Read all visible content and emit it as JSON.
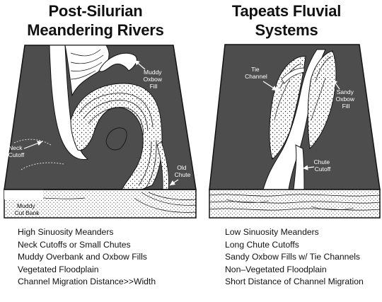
{
  "left_panel": {
    "title_line1": "Post-Silurian",
    "title_line2": "Meandering Rivers",
    "labels": {
      "muddy_oxbow_fill_1": "Muddy",
      "muddy_oxbow_fill_2": "Oxbow",
      "muddy_oxbow_fill_3": "Fill",
      "neck_cutoff_1": "Neck",
      "neck_cutoff_2": "Cutoff",
      "old_chute_1": "Old",
      "old_chute_2": "Chute",
      "muddy_cut_bank_1": "Muddy",
      "muddy_cut_bank_2": "Cut Bank"
    },
    "features": [
      "High Sinuosity Meanders",
      "Neck Cutoffs or Small Chutes",
      "Muddy Overbank and Oxbow Fills",
      "Vegetated Floodplain",
      "Channel Migration Distance>>Width"
    ]
  },
  "right_panel": {
    "title_line1": "Tapeats Fluvial",
    "title_line2": "Systems",
    "labels": {
      "tie_channel_1": "Tie",
      "tie_channel_2": "Channel",
      "sandy_oxbow_fill_1": "Sandy",
      "sandy_oxbow_fill_2": "Oxbow",
      "sandy_oxbow_fill_3": "Fill",
      "chute_cutoff_1": "Chute",
      "chute_cutoff_2": "Cutoff"
    },
    "features": [
      "Low Sinuosity Meanders",
      "Long Chute Cutoffs",
      "Sandy Oxbow Fills w/ Tie Channels",
      "Non–Vegetated Floodplain",
      "Short Distance of Channel Migration"
    ]
  },
  "colors": {
    "floodplain": "#4d4d4d",
    "block_side": "#ffffff",
    "outline": "#111111",
    "sand_dots": "#222222"
  }
}
